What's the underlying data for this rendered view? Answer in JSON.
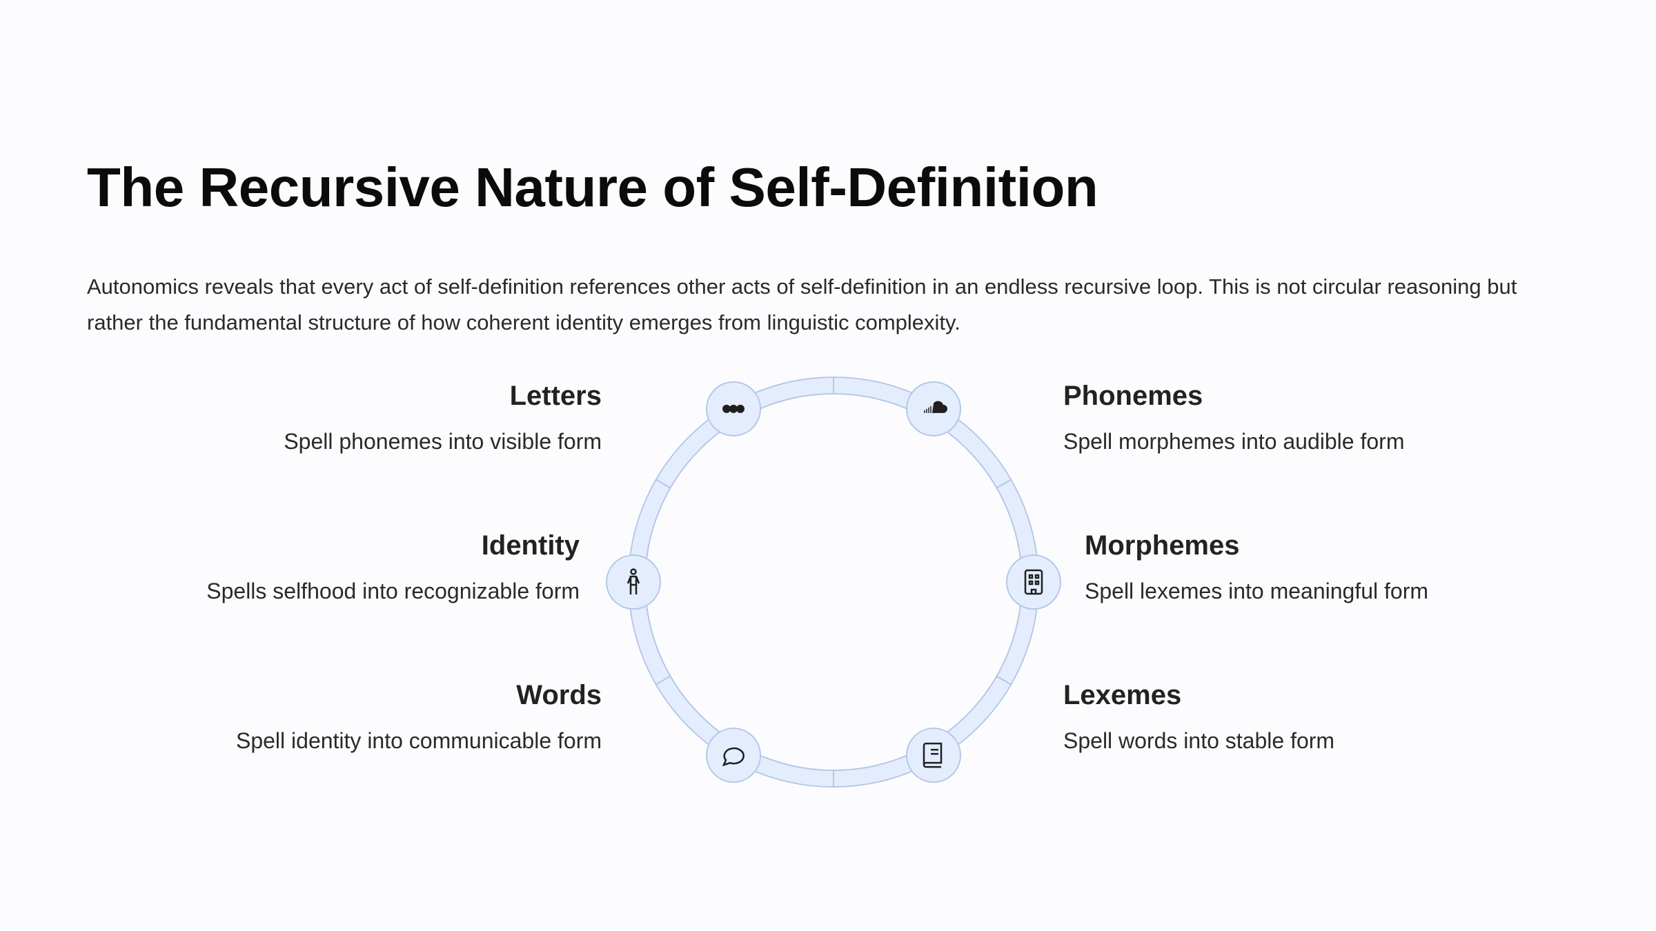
{
  "title": "The Recursive Nature of Self-Definition",
  "intro": "Autonomics reveals that every act of self-definition references other acts of self-definition in an endless recursive loop. This is not circular reasoning but rather the fundamental structure of how coherent identity emerges from linguistic complexity.",
  "colors": {
    "ring_fill": "#e4edfd",
    "ring_stroke": "#b4c7e7",
    "icon": "#1f1f1f"
  },
  "nodes": [
    {
      "title": "Letters",
      "desc": "Spell phonemes into visible form",
      "icon": "dots-icon"
    },
    {
      "title": "Phonemes",
      "desc": "Spell morphemes into audible form",
      "icon": "soundcloud-icon"
    },
    {
      "title": "Morphemes",
      "desc": "Spell lexemes into meaningful form",
      "icon": "building-icon"
    },
    {
      "title": "Lexemes",
      "desc": "Spell words into stable form",
      "icon": "book-icon"
    },
    {
      "title": "Words",
      "desc": "Spell identity into communicable form",
      "icon": "speech-bubble-icon"
    },
    {
      "title": "Identity",
      "desc": "Spells selfhood into recognizable form",
      "icon": "person-icon"
    }
  ]
}
